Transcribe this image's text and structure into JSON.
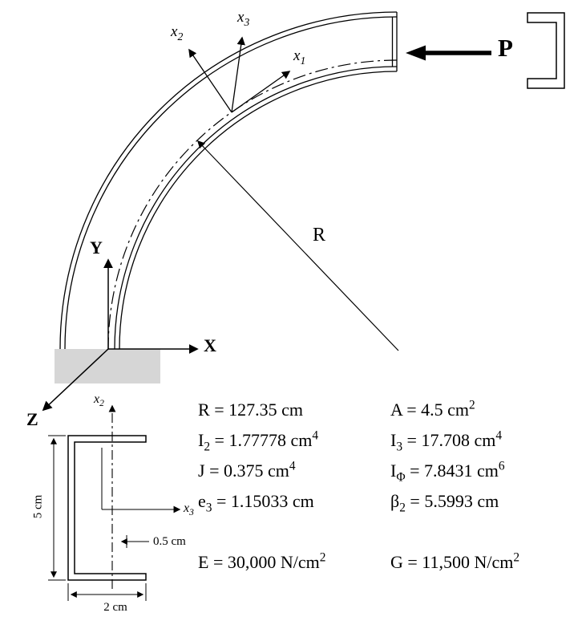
{
  "beam_figure": {
    "force_label": "P",
    "radius_label": "R",
    "global_axes": {
      "x": "X",
      "y": "Y",
      "z": "Z"
    },
    "local_axes": {
      "x1": {
        "base": "x",
        "sub": "1"
      },
      "x2": {
        "base": "x",
        "sub": "2"
      },
      "x3": {
        "base": "x",
        "sub": "3"
      }
    }
  },
  "cross_section": {
    "axis_x2": {
      "base": "x",
      "sub": "2"
    },
    "axis_x3": {
      "base": "x",
      "sub": "3"
    },
    "dim_height": "5 cm",
    "dim_width": "2 cm",
    "dim_thickness": "0.5 cm"
  },
  "properties": {
    "column1": [
      {
        "base": "R",
        "sub": "",
        "value": "127.35",
        "unit": "cm",
        "sup": "",
        "gap": false
      },
      {
        "base": "I",
        "sub": "2",
        "value": "1.77778",
        "unit": "cm",
        "sup": "4",
        "gap": false
      },
      {
        "base": "J",
        "sub": "",
        "value": "0.375",
        "unit": "cm",
        "sup": "4",
        "gap": false
      },
      {
        "base": "e",
        "sub": "3",
        "value": "1.15033",
        "unit": "cm",
        "sup": "",
        "gap": false
      },
      {
        "base": "E",
        "sub": "",
        "value": "30,000",
        "unit": "N/cm",
        "sup": "2",
        "gap": true
      }
    ],
    "column2": [
      {
        "base": "A",
        "sub": "",
        "value": "4.5",
        "unit": "cm",
        "sup": "2",
        "gap": false
      },
      {
        "base": "I",
        "sub": "3",
        "value": "17.708",
        "unit": "cm",
        "sup": "4",
        "gap": false
      },
      {
        "base": "I",
        "sub": "Φ",
        "value": "7.8431",
        "unit": "cm",
        "sup": "6",
        "gap": false
      },
      {
        "base": "β",
        "sub": "2",
        "value": "5.5993",
        "unit": "cm",
        "sup": "",
        "gap": false
      },
      {
        "base": "G",
        "sub": "",
        "value": "11,500",
        "unit": "N/cm",
        "sup": "2",
        "gap": true
      }
    ]
  }
}
